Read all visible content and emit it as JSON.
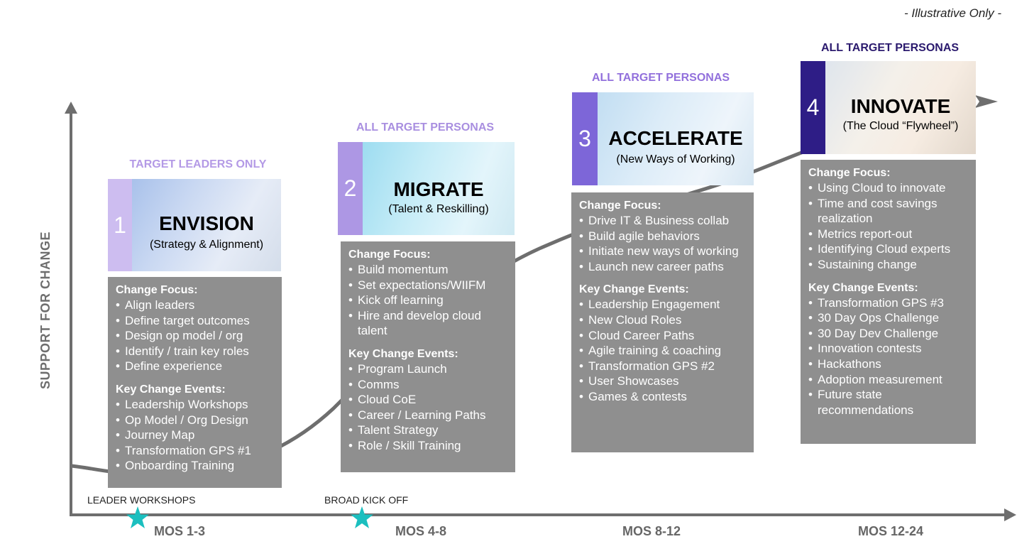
{
  "note": "- Illustrative Only -",
  "y_axis_label": "SUPPORT FOR CHANGE",
  "colors": {
    "persona_light": "#a98fe0",
    "persona_dark": "#2b1a6e",
    "phase1_num": "#c7b8ea",
    "phase2_num": "#a892e2",
    "phase3_num": "#7b63d6",
    "phase4_num": "#2e1d86",
    "card": "#8f8f8f",
    "axis": "#6e6e6e",
    "star": "#1bbfbf"
  },
  "milestones": [
    {
      "label": "LEADER WORKSHOPS",
      "icon": "star-icon"
    },
    {
      "label": "BROAD KICK OFF",
      "icon": "star-icon"
    }
  ],
  "phases": [
    {
      "persona": "TARGET LEADERS ONLY",
      "number": "1",
      "title": "ENVISION",
      "subtitle": "(Strategy & Alignment)",
      "period": "MOS 1-3",
      "focus_label": "Change Focus:",
      "focus": [
        "Align leaders",
        "Define target outcomes",
        "Design op model / org",
        "Identify / train key roles",
        "Define experience"
      ],
      "events_label": "Key Change Events:",
      "events": [
        "Leadership Workshops",
        "Op Model / Org Design",
        "Journey Map",
        "Transformation GPS #1",
        "Onboarding Training"
      ]
    },
    {
      "persona": "ALL TARGET PERSONAS",
      "number": "2",
      "title": "MIGRATE",
      "subtitle": "(Talent & Reskilling)",
      "period": "MOS 4-8",
      "focus_label": "Change Focus:",
      "focus": [
        "Build momentum",
        "Set expectations/WIIFM",
        "Kick off learning",
        "Hire and develop cloud talent"
      ],
      "events_label": "Key Change Events:",
      "events": [
        "Program Launch",
        "Comms",
        "Cloud CoE",
        "Career / Learning Paths",
        "Talent Strategy",
        "Role / Skill Training"
      ]
    },
    {
      "persona": "ALL TARGET PERSONAS",
      "number": "3",
      "title": "ACCELERATE",
      "subtitle": "(New Ways of Working)",
      "period": "MOS 8-12",
      "focus_label": "Change Focus:",
      "focus": [
        "Drive IT & Business collab",
        "Build agile behaviors",
        "Initiate new ways of working",
        "Launch new career paths"
      ],
      "events_label": "Key Change Events:",
      "events": [
        "Leadership Engagement",
        "New Cloud Roles",
        "Cloud Career Paths",
        "Agile training & coaching",
        "Transformation GPS #2",
        "User Showcases",
        "Games & contests"
      ]
    },
    {
      "persona": "ALL TARGET PERSONAS",
      "number": "4",
      "title": "INNOVATE",
      "subtitle": "(The Cloud “Flywheel”)",
      "period": "MOS 12-24",
      "focus_label": "Change Focus:",
      "focus": [
        "Using Cloud to innovate",
        "Time and cost savings realization",
        "Metrics report-out",
        "Identifying Cloud experts",
        "Sustaining change"
      ],
      "events_label": "Key Change Events:",
      "events": [
        "Transformation GPS #3",
        "30 Day Ops Challenge",
        "30 Day Dev Challenge",
        "Innovation contests",
        "Hackathons",
        "Adoption measurement",
        "Future state recommendations"
      ]
    }
  ]
}
